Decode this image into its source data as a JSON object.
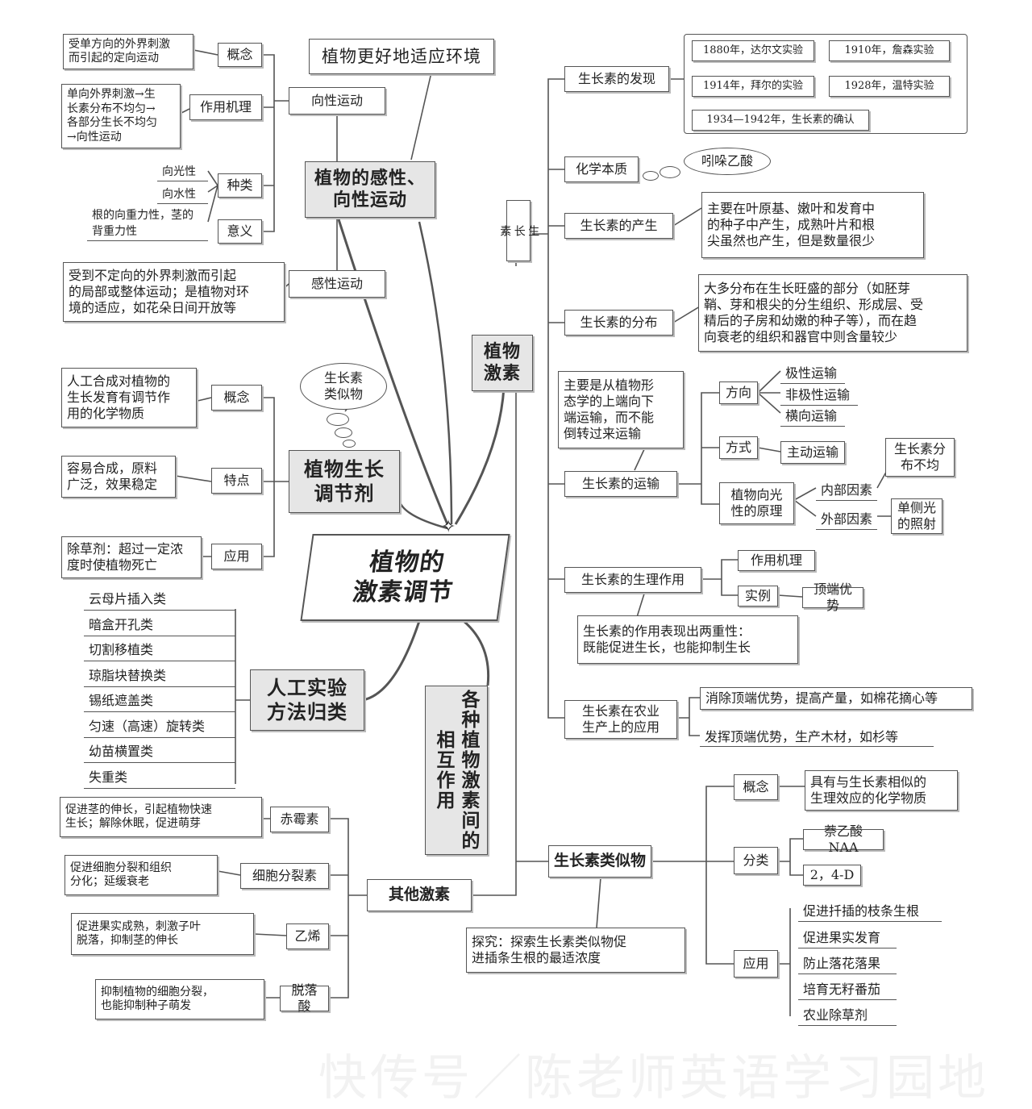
{
  "center": "植物的\n激素调节",
  "watermark": "快传号／陈老师英语学习园地",
  "left": {
    "tropism": {
      "title": "植物的感性、\n向性运动",
      "adapt_label": "植物更好地适应环境",
      "xiangxing": "向性运动",
      "concept_label": "概念",
      "concept_text": "受单方向的外界刺激\n而引起的定向运动",
      "mech_label": "作用机理",
      "mech_text": "单向外界刺激→生\n长素分布不均匀→\n各部分生长不均匀\n→向性运动",
      "types_label": "种类",
      "type1": "向光性",
      "type2": "向水性",
      "type3": "根的向重力性，茎的\n背重力性",
      "meaning_label": "意义",
      "ganxing": "感性运动",
      "ganxing_text": "受到不定向的外界刺激而引起\n的局部或整体运动；是植物对环\n境的适应，如花朵日间开放等"
    },
    "regulator": {
      "title": "植物生长\n调节剂",
      "cloud": "生长素\n类似物",
      "concept_label": "概念",
      "concept_text": "人工合成对植物的\n生长发育有调节作\n用的化学物质",
      "feature_label": "特点",
      "feature_text": "容易合成，原料\n广泛，效果稳定",
      "apply_label": "应用",
      "apply_text": "除草剂：超过一定浓\n度时使植物死亡"
    },
    "experiments": {
      "title": "人工实验\n方法归类",
      "items": [
        "云母片插入类",
        "暗盒开孔类",
        "切割移植类",
        "琼脂块替换类",
        "锡纸遮盖类",
        "匀速（高速）旋转类",
        "幼苗横置类",
        "失重类"
      ]
    },
    "others": {
      "title": "其他激素",
      "hormones": [
        {
          "name": "赤霉素",
          "text": "促进茎的伸长，引起植物快速\n生长；解除休眠，促进萌芽"
        },
        {
          "name": "细胞分裂素",
          "text": "促进细胞分裂和组织\n分化；延缓衰老"
        },
        {
          "name": "乙烯",
          "text": "促进果实成熟，刺激子叶\n脱落，抑制茎的伸长"
        },
        {
          "name": "脱落酸",
          "text": "抑制植物的细胞分裂，\n也能抑制种子萌发"
        }
      ]
    },
    "interact": "各种植物激素间的相互作用"
  },
  "right": {
    "plant_hormone": "植物\n激素",
    "auxin": "生\n长\n素",
    "discovery": {
      "label": "生长素的发现",
      "e1": "1880年，达尔文实验",
      "e2": "1910年，詹森实验",
      "e3": "1914年，拜尔的实验",
      "e4": "1928年，温特实验",
      "e5": "1934—1942年，生长素的确认"
    },
    "chemical": {
      "label": "化学本质",
      "cloud": "吲哚乙酸"
    },
    "produce": {
      "label": "生长素的产生",
      "text": "主要在叶原基、嫩叶和发育中\n的种子中产生，成熟叶片和根\n尖虽然也产生，但是数量很少"
    },
    "distrib": {
      "label": "生长素的分布",
      "text": "大多分布在生长旺盛的部分（如胚芽\n鞘、芽和根尖的分生组织、形成层、受\n精后的子房和幼嫩的种子等），而在趋\n向衰老的组织和器官中则含量较少"
    },
    "transport": {
      "label": "生长素的运输",
      "note": "主要是从植物形\n态学的上端向下\n端运输，而不能\n倒转过来运输",
      "dir": "方向",
      "d1": "极性运输",
      "d2": "非极性运输",
      "d3": "横向运输",
      "way": "方式",
      "w1": "主动运输",
      "photo": "植物向光\n性的原理",
      "inner": "内部因素",
      "inner_t": "生长素分\n布不均",
      "outer": "外部因素",
      "outer_t": "单侧光\n的照射"
    },
    "physio": {
      "label": "生长素的生理作用",
      "mech": "作用机理",
      "example": "实例",
      "apical": "顶端优势",
      "dual": "生长素的作用表现出两重性：\n既能促进生长，也能抑制生长"
    },
    "agri": {
      "label": "生长素在农业\n生产上的应用",
      "a1": "消除顶端优势，提高产量，如棉花摘心等",
      "a2": "发挥顶端优势，生产木材，如杉等"
    },
    "analog": {
      "label": "生长素类似物",
      "explore": "探究：探索生长素类似物促\n进插条生根的最适浓度",
      "concept": "概念",
      "concept_t": "具有与生长素相似的\n生理效应的化学物质",
      "cls": "分类",
      "c1": "萘乙酸 NAA",
      "c2": "2，4-D",
      "use": "应用",
      "u1": "促进扦插的枝条生根",
      "u2": "促进果实发育",
      "u3": "防止落花落果",
      "u4": "培育无籽番茄",
      "u5": "农业除草剂"
    }
  }
}
